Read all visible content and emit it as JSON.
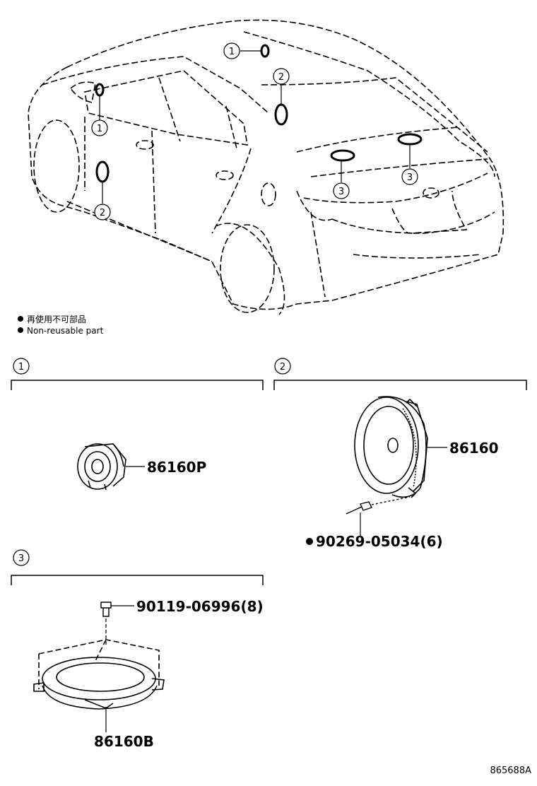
{
  "legend": {
    "line_jp": "再使用不可部品",
    "line_en": "Non-reusable part"
  },
  "callouts": {
    "c1": "1",
    "c2": "2",
    "c3": "3"
  },
  "sections": [
    {
      "id": "1",
      "parts": [
        "86160P"
      ]
    },
    {
      "id": "2",
      "parts": [
        "86160",
        "90269-05034(6)"
      ]
    },
    {
      "id": "3",
      "parts": [
        "90119-06996(8)",
        "86160B"
      ]
    }
  ],
  "parts": {
    "p86160P": "86160P",
    "p86160": "86160",
    "p90269": "90269-05034(6)",
    "p90119": "90119-06996(8)",
    "p86160B": "86160B"
  },
  "doc_number": "865688A"
}
